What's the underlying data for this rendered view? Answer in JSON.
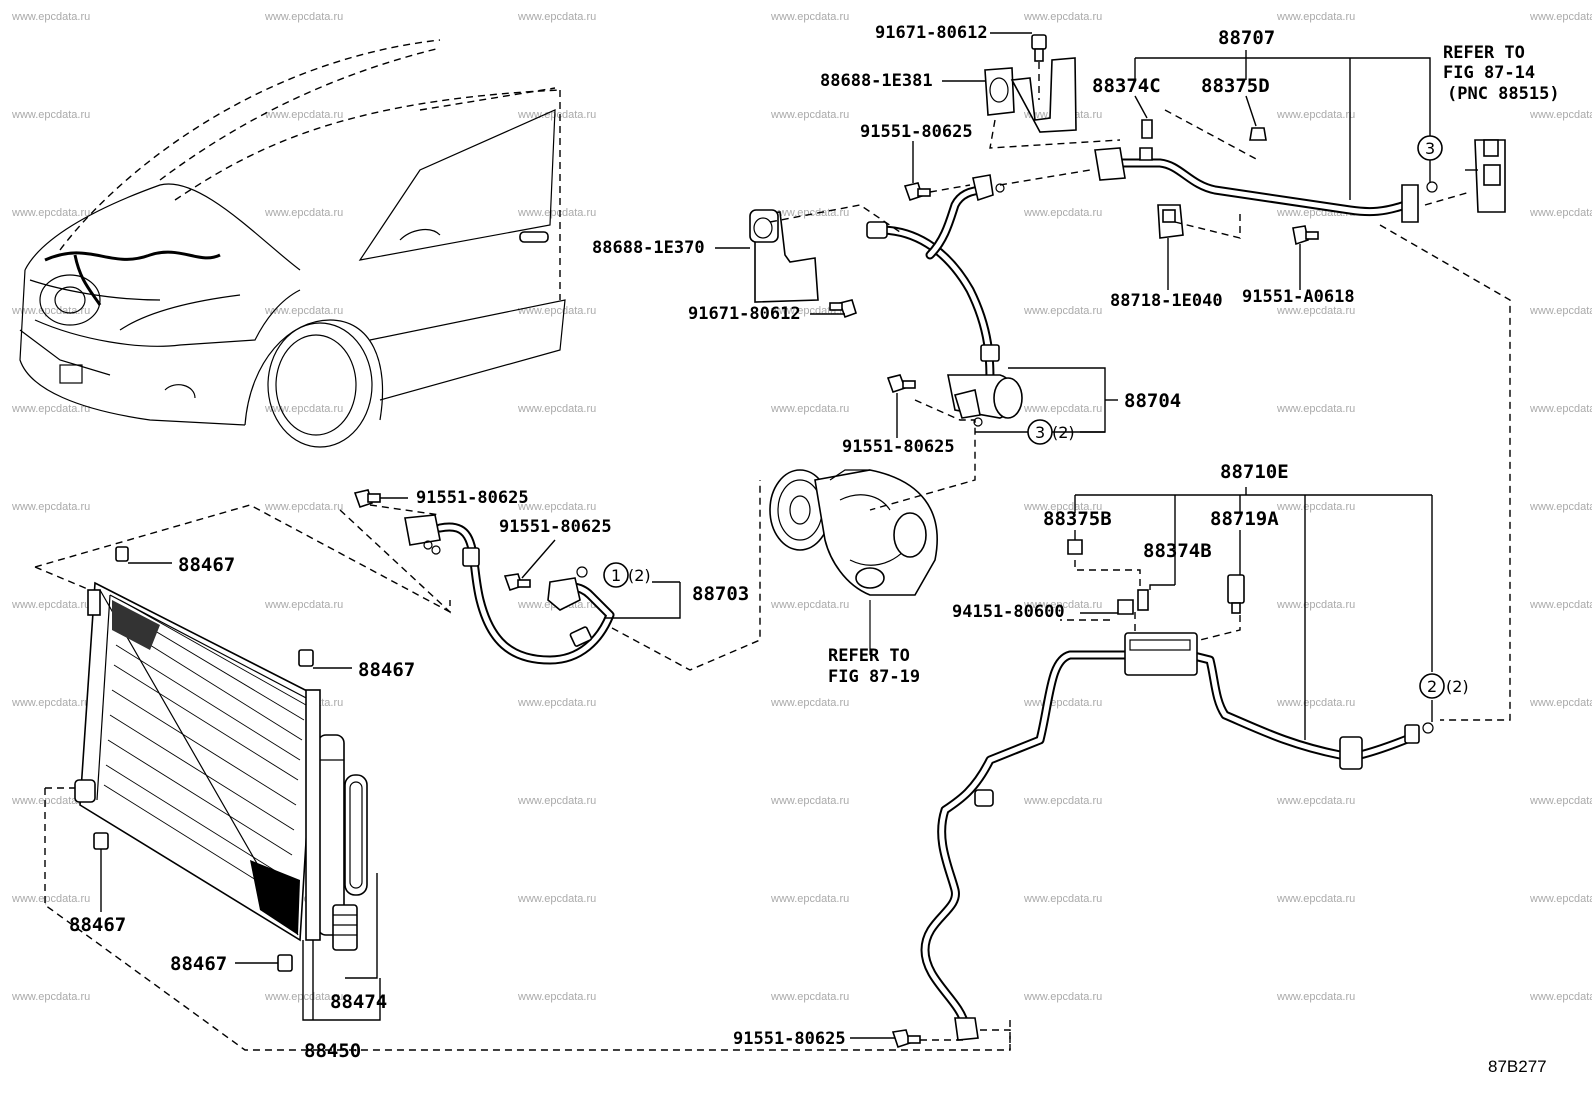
{
  "watermark": "www.epcdata.ru",
  "diagram_code": "87B277",
  "labels": {
    "p91671_80612_top": "91671-80612",
    "p88688_1E381": "88688-1E381",
    "p91551_80625_a": "91551-80625",
    "p88688_1E370": "88688-1E370",
    "p91671_80612_mid": "91671-80612",
    "p88707": "88707",
    "p88374C": "88374C",
    "p88375D": "88375D",
    "refer_87_14_l1": "REFER TO",
    "refer_87_14_l2": "FIG 87-14",
    "refer_87_14_l3": "(PNC 88515)",
    "p88718_1E040": "88718-1E040",
    "p91551_A0618": "91551-A0618",
    "p88704": "88704",
    "p91551_80625_b": "91551-80625",
    "p88710E": "88710E",
    "p88375B": "88375B",
    "p88719A": "88719A",
    "p88374B": "88374B",
    "p94151_80600": "94151-80600",
    "p91551_80625_c": "91551-80625",
    "p91551_80625_d": "91551-80625",
    "p88703": "88703",
    "refer_87_19_l1": "REFER TO",
    "refer_87_19_l2": "FIG 87-19",
    "p88467_a": "88467",
    "p88467_b": "88467",
    "p88467_c": "88467",
    "p88467_d": "88467",
    "p88474": "88474",
    "p88450": "88450",
    "p91551_80625_e": "91551-80625"
  },
  "callouts": {
    "c1": "1",
    "c2": "2",
    "c3a": "3",
    "c3b": "3",
    "qty_2": "(2)"
  }
}
